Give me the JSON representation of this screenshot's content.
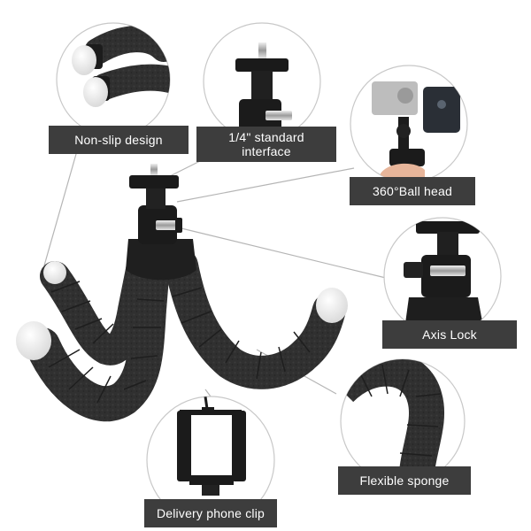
{
  "features": [
    {
      "id": "non-slip",
      "label": "Non-slip design"
    },
    {
      "id": "standard-interface",
      "label": "1/4\" standard\ninterface"
    },
    {
      "id": "ball-head",
      "label": "360°Ball head"
    },
    {
      "id": "axis-lock",
      "label": "Axis Lock"
    },
    {
      "id": "flexible-sponge",
      "label": "Flexible sponge"
    },
    {
      "id": "phone-clip",
      "label": "Delivery phone clip"
    }
  ],
  "colors": {
    "label_bg": "#3d3d3d",
    "foam": "#2e2e2e",
    "connector_line": "#b5b5b5",
    "circle_border": "#c8c8c8"
  }
}
